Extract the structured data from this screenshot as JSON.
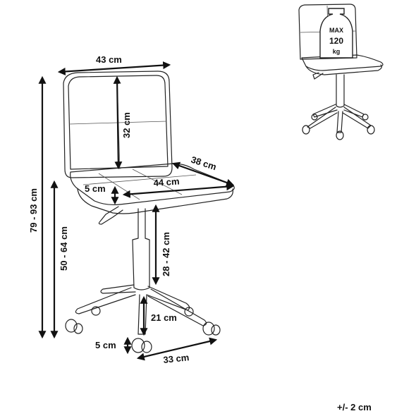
{
  "dimensions": {
    "seat_back_width": "43 cm",
    "back_height": "32 cm",
    "seat_depth": "38 cm",
    "seat_width": "44 cm",
    "seat_thickness": "5 cm",
    "total_height": "79 - 93 cm",
    "seat_height": "50 - 64 cm",
    "gas_lift_height": "28 - 42 cm",
    "base_height": "21 cm",
    "caster_height": "5 cm",
    "base_radius": "33 cm"
  },
  "weight_badge": {
    "line1": "MAX",
    "line2": "120",
    "line3": "kg"
  },
  "tolerance": "+/- 2 cm"
}
